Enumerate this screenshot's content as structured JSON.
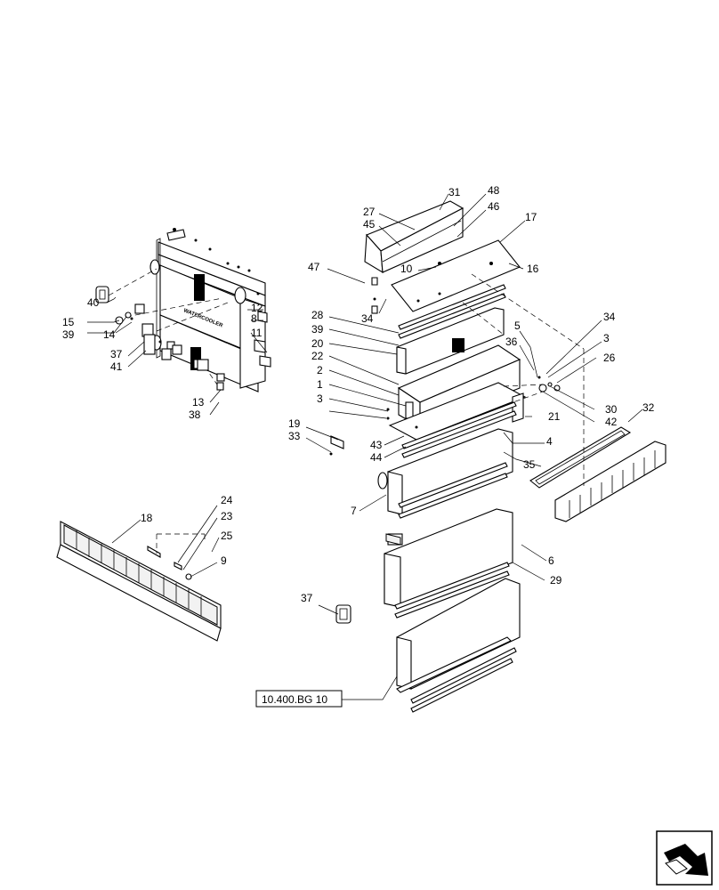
{
  "reference": "10.400.BG 10",
  "badge_text": "WATERCOOLER",
  "callouts": {
    "n1": "1",
    "n2": "2",
    "n3a": "3",
    "n3b": "3",
    "n4": "4",
    "n5": "5",
    "n6": "6",
    "n7": "7",
    "n8": "8",
    "n9": "9",
    "n10": "10",
    "n11": "11",
    "n12": "12",
    "n13": "13",
    "n14": "14",
    "n15": "15",
    "n16": "16",
    "n17": "17",
    "n18": "18",
    "n19": "19",
    "n20": "20",
    "n21": "21",
    "n22": "22",
    "n23": "23",
    "n24": "24",
    "n25": "25",
    "n26": "26",
    "n27": "27",
    "n28": "28",
    "n29": "29",
    "n30": "30",
    "n31": "31",
    "n32": "32",
    "n33": "33",
    "n34a": "34",
    "n34b": "34",
    "n35": "35",
    "n36": "36",
    "n37a": "37",
    "n37b": "37",
    "n38": "38",
    "n39a": "39",
    "n39b": "39",
    "n40": "40",
    "n41": "41",
    "n42": "42",
    "n43": "43",
    "n44": "44",
    "n45": "45",
    "n46": "46",
    "n47": "47",
    "n48": "48"
  },
  "nav_icon": "next-page-arrow-icon"
}
